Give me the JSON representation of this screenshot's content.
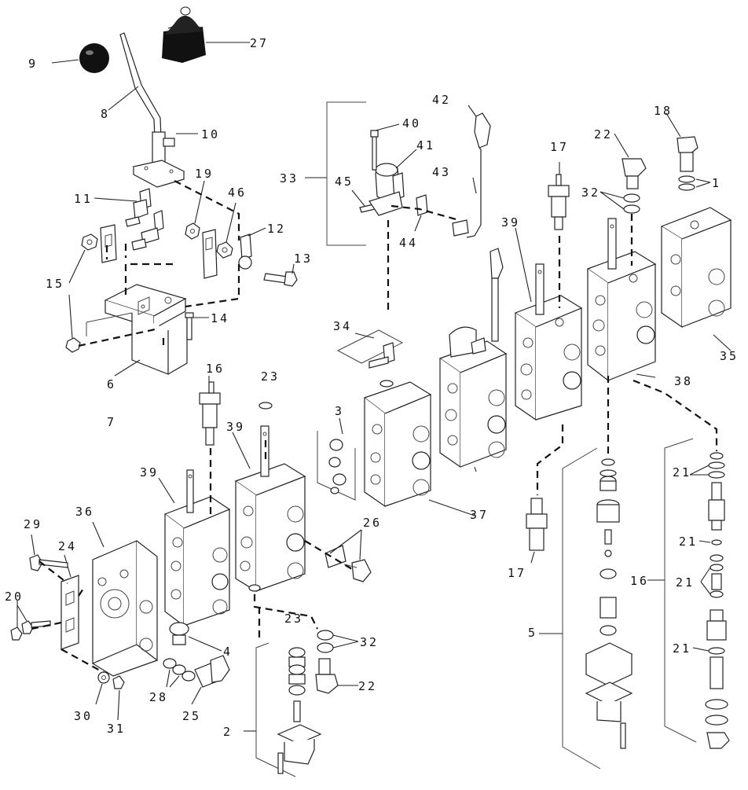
{
  "diagram": {
    "callouts": [
      "1",
      "2",
      "3",
      "4",
      "5",
      "6",
      "7",
      "8",
      "9",
      "10",
      "11",
      "12",
      "13",
      "14",
      "15",
      "16",
      "17",
      "18",
      "19",
      "20",
      "21",
      "22",
      "23",
      "24",
      "25",
      "26",
      "27",
      "28",
      "29",
      "30",
      "31",
      "32",
      "33",
      "34",
      "35",
      "36",
      "37",
      "38",
      "39",
      "40",
      "41",
      "42",
      "43",
      "44",
      "45",
      "46"
    ]
  }
}
